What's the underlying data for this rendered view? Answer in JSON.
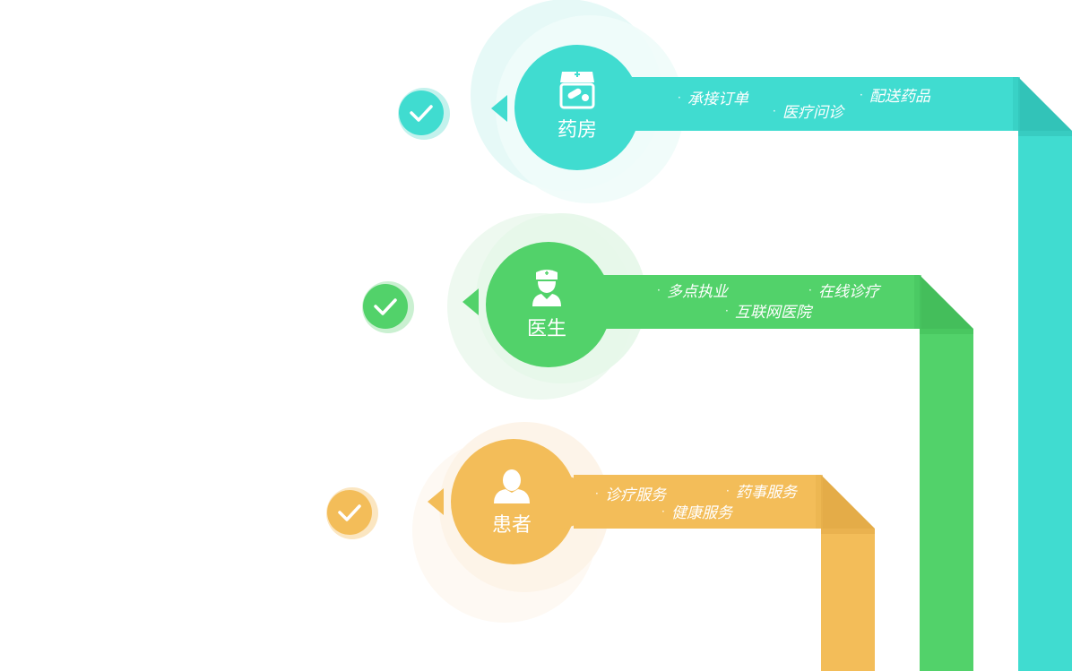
{
  "roles": [
    {
      "key": "pharmacy",
      "label": "药房",
      "icon": "pharmacy-store-icon",
      "color": "#40DCD0",
      "halo": "#E9FAF8",
      "services": [
        "承接订单",
        "医疗问诊",
        "配送药品"
      ]
    },
    {
      "key": "doctor",
      "label": "医生",
      "icon": "doctor-icon",
      "color": "#52D26A",
      "halo": "#ECF9EE",
      "services": [
        "多点执业",
        "互联网医院",
        "在线诊疗"
      ]
    },
    {
      "key": "patient",
      "label": "患者",
      "icon": "patient-user-icon",
      "color": "#F3BD59",
      "halo": "#FDF5EA",
      "services": [
        "诊疗服务",
        "健康服务",
        "药事服务"
      ]
    }
  ]
}
